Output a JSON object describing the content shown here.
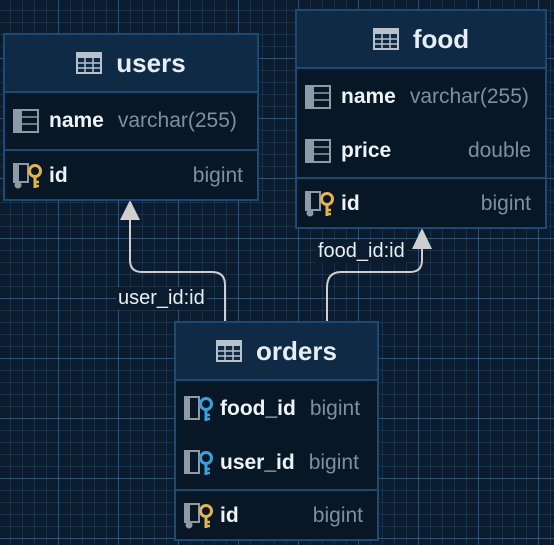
{
  "tables": {
    "users": {
      "title": "users",
      "columns": [
        {
          "name": "name",
          "type": "varchar(255)",
          "key": "none"
        },
        {
          "name": "id",
          "type": "bigint",
          "key": "primary"
        }
      ]
    },
    "food": {
      "title": "food",
      "columns": [
        {
          "name": "name",
          "type": "varchar(255)",
          "key": "none"
        },
        {
          "name": "price",
          "type": "double",
          "key": "none"
        },
        {
          "name": "id",
          "type": "bigint",
          "key": "primary"
        }
      ]
    },
    "orders": {
      "title": "orders",
      "columns": [
        {
          "name": "food_id",
          "type": "bigint",
          "key": "foreign"
        },
        {
          "name": "user_id",
          "type": "bigint",
          "key": "foreign"
        },
        {
          "name": "id",
          "type": "bigint",
          "key": "primary"
        }
      ]
    }
  },
  "relations": [
    {
      "from": "orders",
      "to": "users",
      "label": "user_id:id"
    },
    {
      "from": "orders",
      "to": "food",
      "label": "food_id:id"
    }
  ],
  "colors": {
    "background": "#0b1c2e",
    "table_border": "#1c4a72",
    "header_bg": "#0f2a44",
    "connector": "#cfcfcf",
    "primary_key": "#e6b34a",
    "foreign_key": "#3aa0e0"
  },
  "icons": {
    "table": "table-icon",
    "column": "column-icon",
    "primary_key": "primary-key-icon",
    "foreign_key": "foreign-key-icon"
  }
}
